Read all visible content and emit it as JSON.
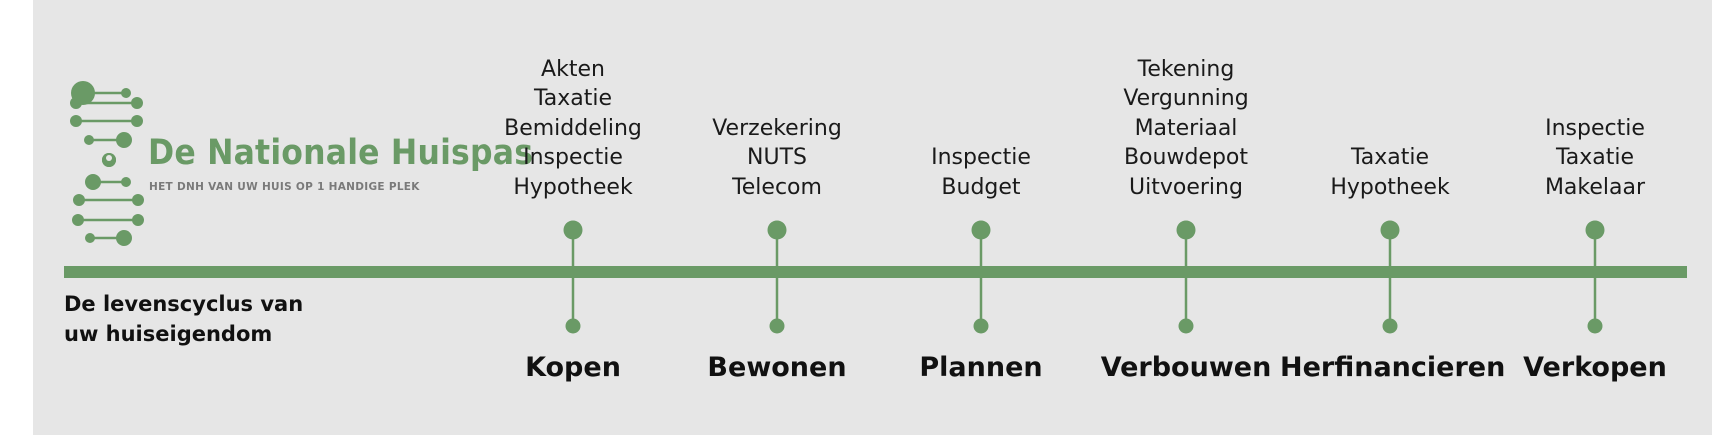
{
  "logo": {
    "title": "De Nationale Huispas",
    "tagline": "HET DNH VAN UW HUIS OP 1 HANDIGE PLEK"
  },
  "lifecycle_label": [
    "De levenscyclus van",
    "uw huiseigendom"
  ],
  "colors": {
    "accent": "#6a9a66",
    "panel": "#e6e6e6",
    "text": "#111111"
  },
  "phases": [
    {
      "label": "Kopen",
      "items": [
        "Akten",
        "Taxatie",
        "Bemiddeling",
        "Inspectie",
        "Hypotheek"
      ]
    },
    {
      "label": "Bewonen",
      "items": [
        "Verzekering",
        "NUTS",
        "Telecom"
      ]
    },
    {
      "label": "Plannen",
      "items": [
        "Inspectie",
        "Budget"
      ]
    },
    {
      "label": "Verbouwen",
      "items": [
        "Tekening",
        "Vergunning",
        "Materiaal",
        "Bouwdepot",
        "Uitvoering"
      ]
    },
    {
      "label": "Herfinancieren",
      "items": [
        "Taxatie",
        "Hypotheek"
      ]
    },
    {
      "label": "Verkopen",
      "items": [
        "Inspectie",
        "Taxatie",
        "Makelaar"
      ]
    }
  ]
}
